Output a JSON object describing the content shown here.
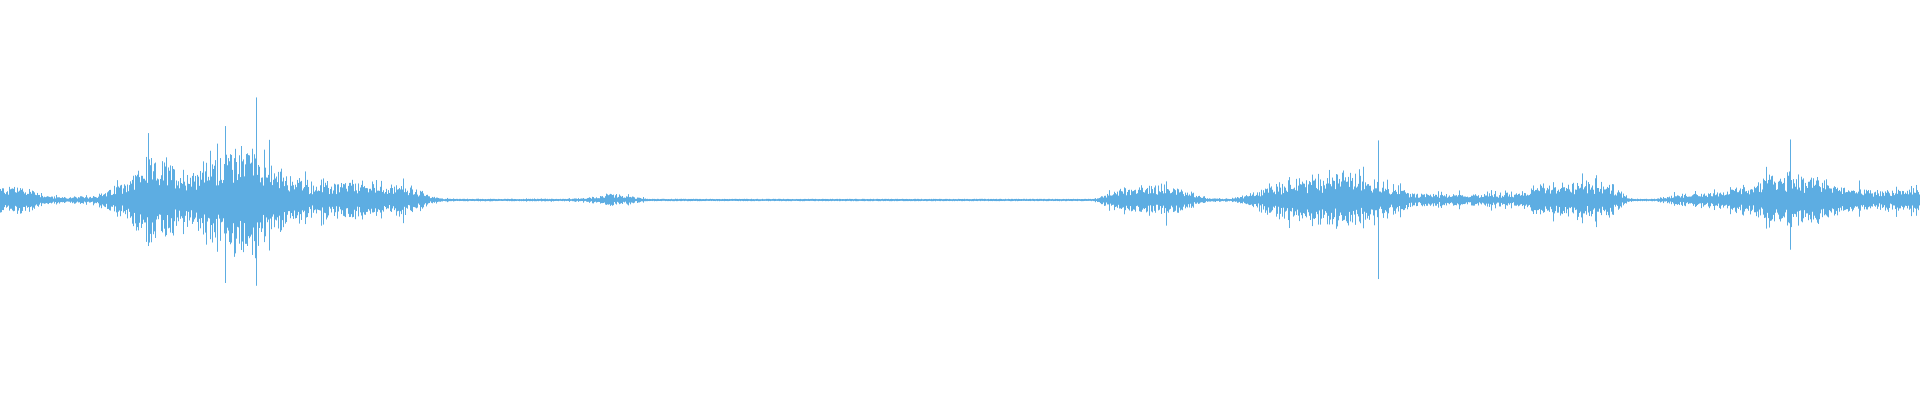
{
  "waveform": {
    "color": "#5dade2",
    "background": "#ffffff",
    "amplitude_envelope": [
      0.075,
      0.06,
      0.02,
      0.015,
      0.02,
      0.05,
      0.12,
      0.2,
      0.17,
      0.15,
      0.22,
      0.25,
      0.3,
      0.17,
      0.12,
      0.09,
      0.08,
      0.09,
      0.09,
      0.08,
      0.07,
      0.02,
      0.006,
      0.006,
      0.006,
      0.006,
      0.006,
      0.006,
      0.006,
      0.015,
      0.03,
      0.02,
      0.004,
      0.004,
      0.004,
      0.004,
      0.004,
      0.004,
      0.004,
      0.004,
      0.004,
      0.004,
      0.004,
      0.004,
      0.004,
      0.004,
      0.004,
      0.004,
      0.004,
      0.004,
      0.004,
      0.004,
      0.002,
      0.002,
      0.002,
      0.04,
      0.07,
      0.07,
      0.08,
      0.04,
      0.008,
      0.008,
      0.03,
      0.08,
      0.1,
      0.11,
      0.13,
      0.14,
      0.12,
      0.08,
      0.04,
      0.03,
      0.03,
      0.025,
      0.04,
      0.03,
      0.06,
      0.08,
      0.09,
      0.09,
      0.08,
      0.01,
      0.005,
      0.02,
      0.04,
      0.04,
      0.05,
      0.08,
      0.12,
      0.14,
      0.12,
      0.09,
      0.06,
      0.05,
      0.05,
      0.06
    ],
    "peak_amplitudes": [
      0.44,
      0.36,
      0.3
    ]
  }
}
